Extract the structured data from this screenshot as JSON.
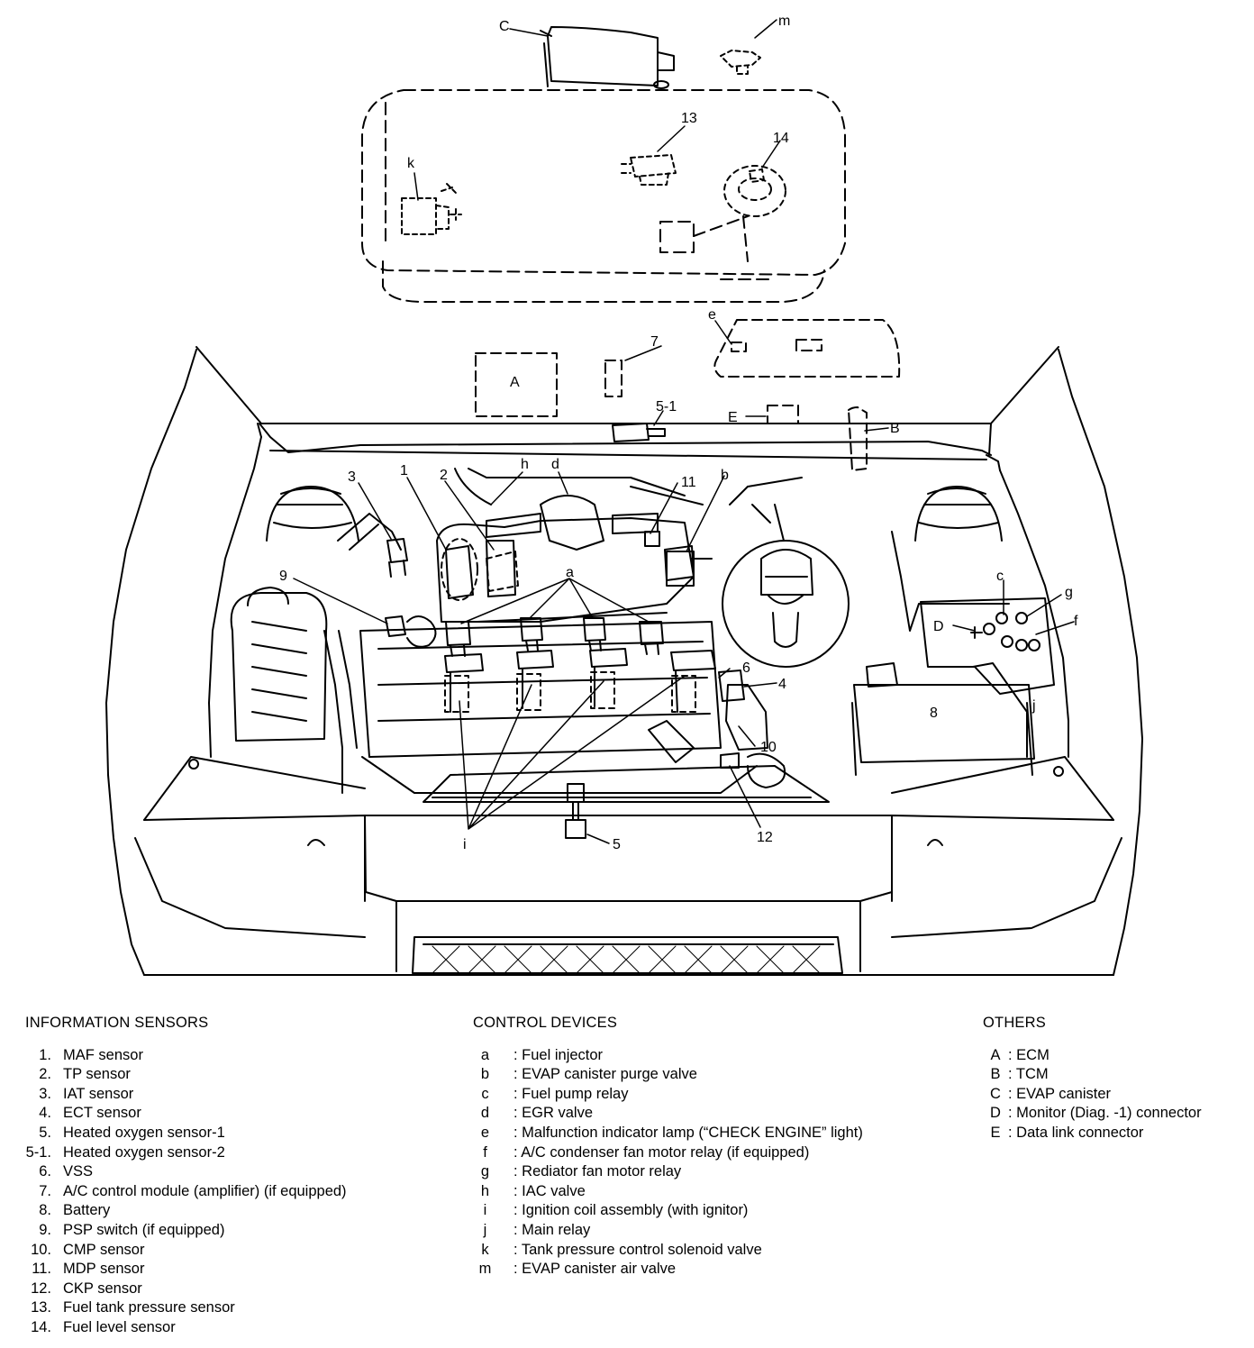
{
  "diagram": {
    "callouts": {
      "C": "C",
      "m": "m",
      "13": "13",
      "14": "14",
      "k": "k",
      "e": "e",
      "A": "A",
      "7": "7",
      "5-1": "5-1",
      "E": "E",
      "B": "B",
      "1": "1",
      "2": "2",
      "3": "3",
      "h": "h",
      "d": "d",
      "11": "11",
      "b": "b",
      "9": "9",
      "a": "a",
      "c": "c",
      "g": "g",
      "D": "D",
      "f": "f",
      "6": "6",
      "4": "4",
      "8": "8",
      "j": "j",
      "10": "10",
      "12": "12",
      "5": "5",
      "i": "i"
    }
  },
  "legend": {
    "information_sensors": {
      "header": "INFORMATION SENSORS",
      "items": [
        {
          "num": "1.",
          "label": "MAF sensor"
        },
        {
          "num": "2.",
          "label": "TP sensor"
        },
        {
          "num": "3.",
          "label": "IAT sensor"
        },
        {
          "num": "4.",
          "label": "ECT sensor"
        },
        {
          "num": "5.",
          "label": "Heated oxygen sensor-1"
        },
        {
          "num": "5-1.",
          "label": "Heated oxygen sensor-2"
        },
        {
          "num": "6.",
          "label": "VSS"
        },
        {
          "num": "7.",
          "label": "A/C control module (amplifier) (if equipped)"
        },
        {
          "num": "8.",
          "label": "Battery"
        },
        {
          "num": "9.",
          "label": "PSP switch (if equipped)"
        },
        {
          "num": "10.",
          "label": "CMP sensor"
        },
        {
          "num": "11.",
          "label": "MDP sensor"
        },
        {
          "num": "12.",
          "label": "CKP sensor"
        },
        {
          "num": "13.",
          "label": "Fuel tank pressure sensor"
        },
        {
          "num": "14.",
          "label": "Fuel level sensor"
        }
      ]
    },
    "control_devices": {
      "header": "CONTROL DEVICES",
      "items": [
        {
          "key": "a",
          "label": ": Fuel injector"
        },
        {
          "key": "b",
          "label": ": EVAP canister purge valve"
        },
        {
          "key": "c",
          "label": ": Fuel pump relay"
        },
        {
          "key": "d",
          "label": ": EGR valve"
        },
        {
          "key": "e",
          "label": ": Malfunction indicator lamp (“CHECK ENGINE” light)"
        },
        {
          "key": "f",
          "label": ": A/C condenser fan motor relay (if equipped)"
        },
        {
          "key": "g",
          "label": ": Rediator fan motor relay"
        },
        {
          "key": "h",
          "label": ": IAC valve"
        },
        {
          "key": "i",
          "label": ": Ignition coil assembly (with ignitor)"
        },
        {
          "key": "j",
          "label": ": Main relay"
        },
        {
          "key": "k",
          "label": ": Tank pressure control solenoid valve"
        },
        {
          "key": "m",
          "label": ": EVAP canister air valve"
        }
      ]
    },
    "others": {
      "header": "OTHERS",
      "items": [
        {
          "key": "A",
          "label": ": ECM"
        },
        {
          "key": "B",
          "label": ": TCM"
        },
        {
          "key": "C",
          "label": ": EVAP canister"
        },
        {
          "key": "D",
          "label": ": Monitor (Diag. -1) connector"
        },
        {
          "key": "E",
          "label": ": Data link connector"
        }
      ]
    }
  }
}
